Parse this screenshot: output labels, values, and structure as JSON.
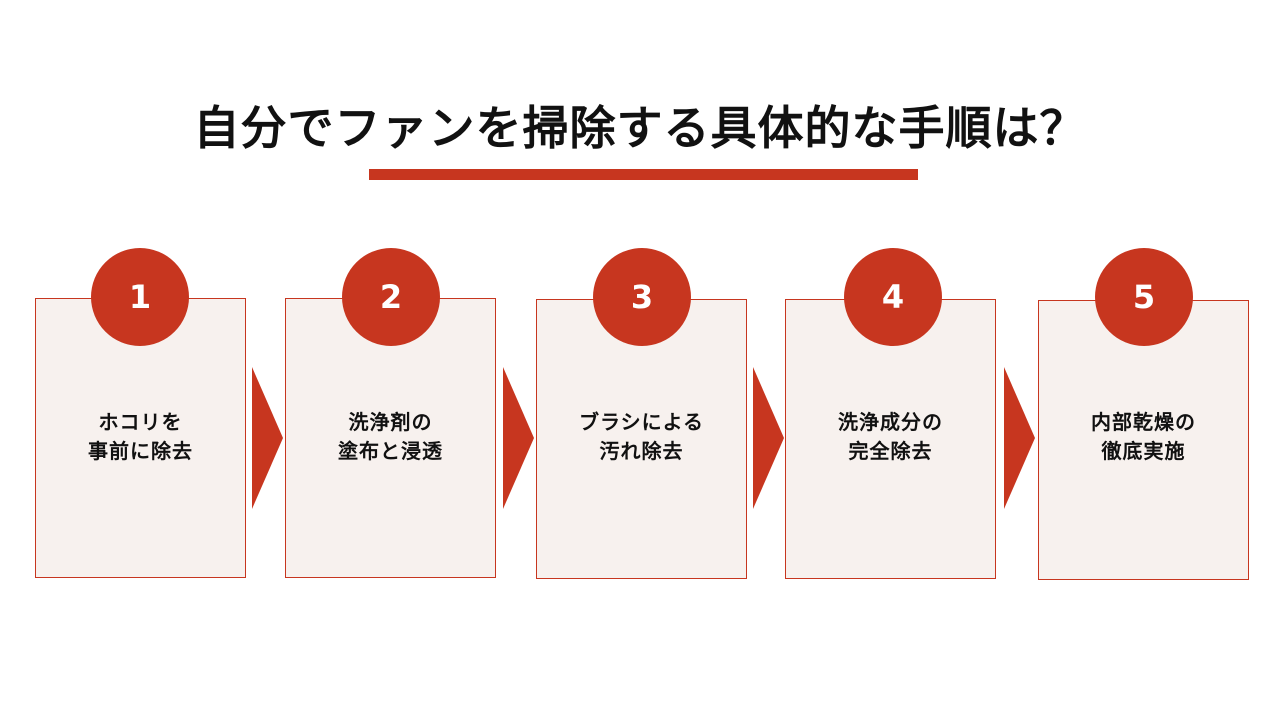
{
  "title": "自分でファンを掃除する具体的な手順は？",
  "accent_color": "#c7361f",
  "box_background": "#f7f1ee",
  "steps": [
    {
      "number": "1",
      "line1": "ホコリを",
      "line2": "事前に除去"
    },
    {
      "number": "2",
      "line1": "洗浄剤の",
      "line2": "塗布と浸透"
    },
    {
      "number": "3",
      "line1": "ブラシによる",
      "line2": "汚れ除去"
    },
    {
      "number": "4",
      "line1": "洗浄成分の",
      "line2": "完全除去"
    },
    {
      "number": "5",
      "line1": "内部乾燥の",
      "line2": "徹底実施"
    }
  ],
  "arrows": [
    "chevron-right",
    "chevron-right",
    "chevron-right",
    "chevron-right"
  ]
}
